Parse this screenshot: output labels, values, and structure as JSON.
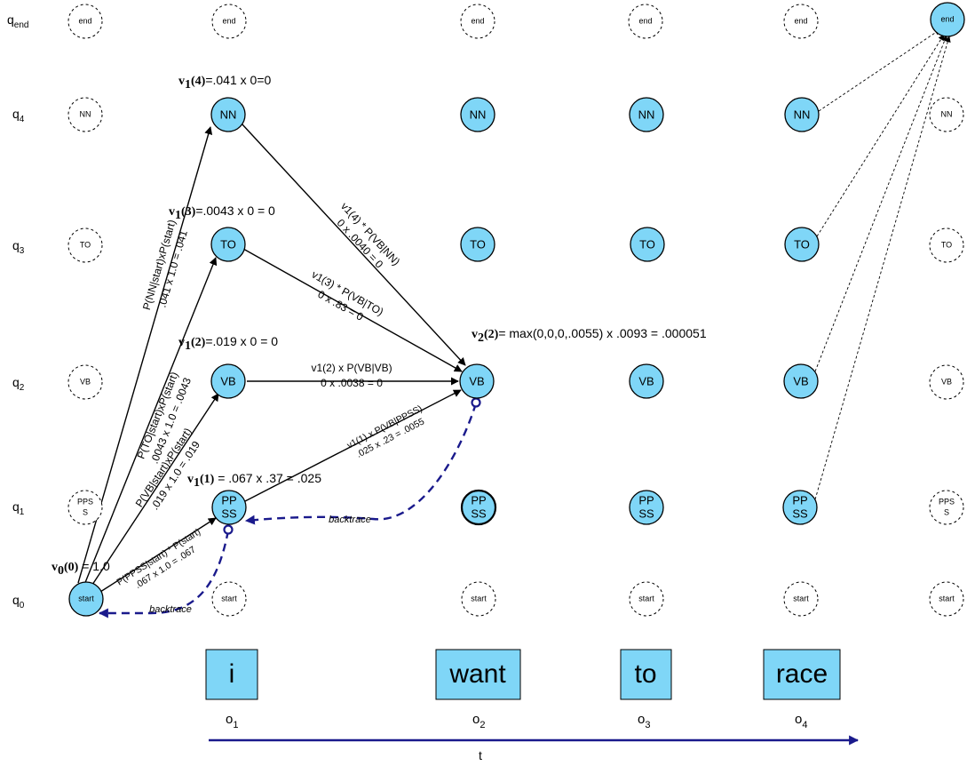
{
  "states": [
    {
      "id": "q_end",
      "label": "q",
      "sub": "end"
    },
    {
      "id": "q4",
      "label": "q",
      "sub": "4"
    },
    {
      "id": "q3",
      "label": "q",
      "sub": "3"
    },
    {
      "id": "q2",
      "label": "q",
      "sub": "2"
    },
    {
      "id": "q1",
      "label": "q",
      "sub": "1"
    },
    {
      "id": "q0",
      "label": "q",
      "sub": "0"
    }
  ],
  "node_labels": {
    "end": "end",
    "NN": "NN",
    "TO": "TO",
    "VB": "VB",
    "PPSS_top": "PP",
    "PPSS_bottom": "SS",
    "PPSS_small_top": "PPS",
    "PPSS_small_bottom": "S",
    "start": "start"
  },
  "annotations": {
    "v0": {
      "sym": "v",
      "sub": "0",
      "arg": "(0)",
      "rest": " = 1.0"
    },
    "v1_4": {
      "sym": "v",
      "sub": "1",
      "arg": "(4)",
      "rest": "=.041 x 0=0"
    },
    "v1_3": {
      "sym": "v",
      "sub": "1",
      "arg": "(3)",
      "rest": "=.0043 x 0 = 0"
    },
    "v1_2": {
      "sym": "v",
      "sub": "1",
      "arg": "(2)",
      "rest": "=.019 x 0 = 0"
    },
    "v1_1": {
      "sym": "v",
      "sub": "1",
      "arg": "(1)",
      "rest": " = .067 x .37 = .025"
    },
    "v2_2": {
      "sym": "v",
      "sub": "2",
      "arg": "(2)",
      "rest": "= max(0,0,0,.0055) x .0093 = .000051"
    }
  },
  "edge_labels": {
    "start_nn": [
      "P(NN|start)xP(start)",
      ".041 x 1.0 = .041"
    ],
    "start_to": [
      "P(TO|start)xP(start)",
      ".0043 x 1.0 = .0043"
    ],
    "start_vb": [
      "P(VB|start)xP(start)",
      ".019 x 1.0 = .019"
    ],
    "start_ppss": [
      "P(PPSS|start) * P(start)",
      ".067 x 1.0 = .067"
    ],
    "nn_vb": [
      "v1(4) * P(VB|NN)",
      "0 x .0040 = 0"
    ],
    "to_vb": [
      "v1(3) * P(VB|TO)",
      "0 x .83 = 0"
    ],
    "vb_vb": [
      "v1(2) x P(VB|VB)",
      "0 x .0038 = 0"
    ],
    "ppss_vb": [
      "v1(1) x P(VB|PPSS)",
      ".025 x .23 = .0055"
    ]
  },
  "backtrace_label": "backtrace",
  "words": [
    "i",
    "want",
    "to",
    "race"
  ],
  "observations": [
    {
      "label": "o",
      "sub": "1"
    },
    {
      "label": "o",
      "sub": "2"
    },
    {
      "label": "o",
      "sub": "3"
    },
    {
      "label": "o",
      "sub": "4"
    }
  ],
  "time_label": "t",
  "colors": {
    "node_fill": "#7fd6f7",
    "word_box": "#7fd6f7",
    "backtrace": "#1a1a8c",
    "time_arrow": "#1a1a8c"
  }
}
